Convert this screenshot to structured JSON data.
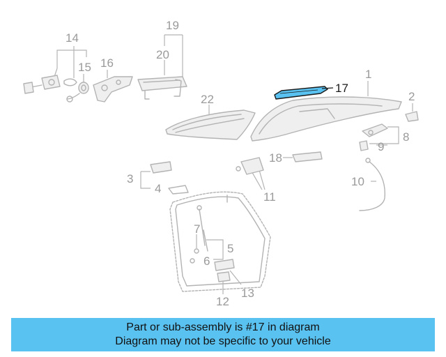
{
  "diagram": {
    "labels": [
      "1",
      "2",
      "3",
      "4",
      "5",
      "6",
      "7",
      "8",
      "9",
      "10",
      "11",
      "12",
      "13",
      "14",
      "15",
      "16",
      "17",
      "18",
      "19",
      "20",
      "22"
    ],
    "highlighted_part": "17",
    "colors": {
      "highlight_fill": "#5ac2f0",
      "line": "#b3b3b3",
      "label": "#9a9a9a",
      "highlight_label": "#1a1a1a"
    }
  },
  "banner": {
    "line1": "Part or sub-assembly is #17 in diagram",
    "line2": "Diagram may not be specific to your vehicle",
    "color": "#5ac2f0"
  }
}
